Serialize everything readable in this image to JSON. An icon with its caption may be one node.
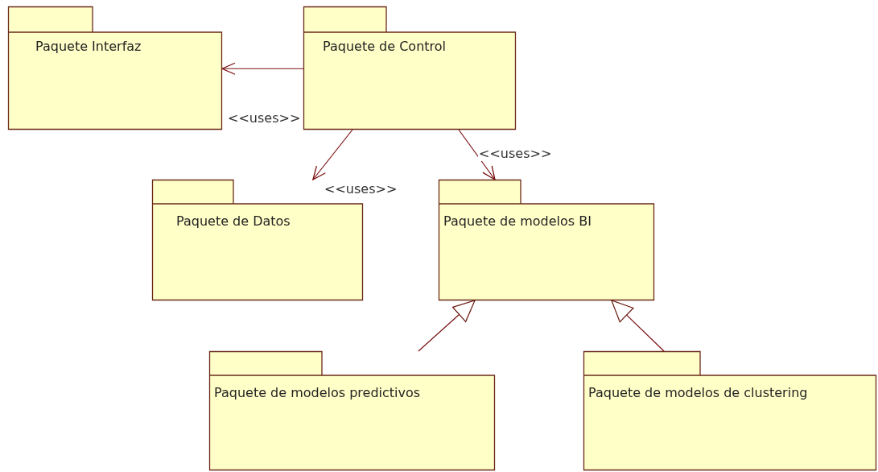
{
  "diagram": {
    "nodes": [
      {
        "text": [
          "Paquete Interfaz"
        ]
      },
      {
        "text": [
          "Paquete de Control"
        ]
      },
      {
        "text": [
          "Paquete de Datos"
        ]
      },
      {
        "text": [
          "Paquete de modelos BI"
        ]
      },
      {
        "text": [
          "Paquete de modelos predictivos"
        ]
      },
      {
        "text": [
          "Paquete de modelos de clustering"
        ]
      }
    ],
    "edges": [
      {
        "from": 1,
        "to": 0,
        "arrow": "to",
        "label": "<<uses>>"
      },
      {
        "from": 1,
        "to": 2,
        "arrow": "to",
        "label": "<<uses>>"
      },
      {
        "from": 1,
        "to": 3,
        "arrow": "to",
        "label": "<<uses>>"
      },
      {
        "from": 4,
        "to": 3,
        "arrow": "to"
      },
      {
        "from": 5,
        "to": 3,
        "arrow": "to"
      }
    ]
  }
}
